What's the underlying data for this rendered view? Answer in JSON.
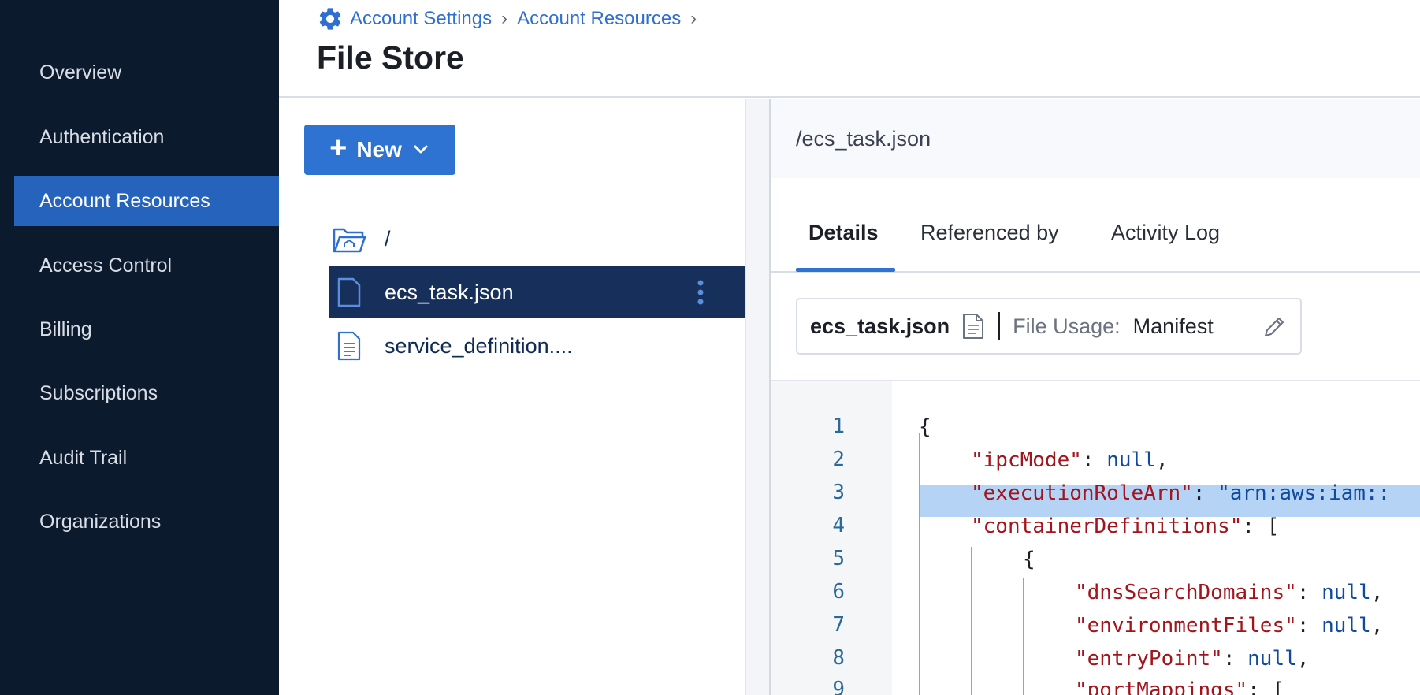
{
  "sidebar": {
    "items": [
      {
        "label": "Overview",
        "active": false
      },
      {
        "label": "Authentication",
        "active": false
      },
      {
        "label": "Account Resources",
        "active": true
      },
      {
        "label": "Access Control",
        "active": false
      },
      {
        "label": "Billing",
        "active": false
      },
      {
        "label": "Subscriptions",
        "active": false
      },
      {
        "label": "Audit Trail",
        "active": false
      },
      {
        "label": "Organizations",
        "active": false
      }
    ]
  },
  "header": {
    "breadcrumb": [
      {
        "label": "Account Settings",
        "icon": "gear-icon"
      },
      {
        "label": "Account Resources"
      }
    ],
    "title": "File Store"
  },
  "toolbar": {
    "new_label": "New"
  },
  "tree": {
    "root_label": "/",
    "files": [
      {
        "label": "ecs_task.json",
        "selected": true
      },
      {
        "label": "service_definition...."
      }
    ]
  },
  "detail": {
    "path": "/ecs_task.json",
    "tabs": [
      "Details",
      "Referenced by",
      "Activity Log"
    ],
    "active_tab": "Details",
    "file_name": "ecs_task.json",
    "usage_label": "File Usage:",
    "usage_value": "Manifest"
  },
  "editor": {
    "line_numbers": [
      "1",
      "2",
      "3",
      "4",
      "5",
      "6",
      "7",
      "8",
      "9"
    ],
    "lines": [
      {
        "open": "{"
      },
      {
        "key": "\"ipcMode\"",
        "sep": ": ",
        "val": "null",
        "tail": ","
      },
      {
        "key": "\"executionRoleArn\"",
        "sep": ": ",
        "val": "\"arn:aws:iam::",
        "tail": "",
        "highlight": true
      },
      {
        "key": "\"containerDefinitions\"",
        "sep": ": ",
        "val": "",
        "tail": "["
      },
      {
        "open": "{"
      },
      {
        "key": "\"dnsSearchDomains\"",
        "sep": ": ",
        "val": "null",
        "tail": ","
      },
      {
        "key": "\"environmentFiles\"",
        "sep": ": ",
        "val": "null",
        "tail": ","
      },
      {
        "key": "\"entryPoint\"",
        "sep": ": ",
        "val": "null",
        "tail": ","
      },
      {
        "key": "\"portMappings\"",
        "sep": ": ",
        "val": "",
        "tail": "["
      }
    ]
  },
  "colors": {
    "sidebar_bg": "#0c1a2e",
    "accent": "#2f73d2",
    "selected_row": "#172f5b",
    "json_key": "#a3151c",
    "json_value": "#0f4a9e"
  }
}
